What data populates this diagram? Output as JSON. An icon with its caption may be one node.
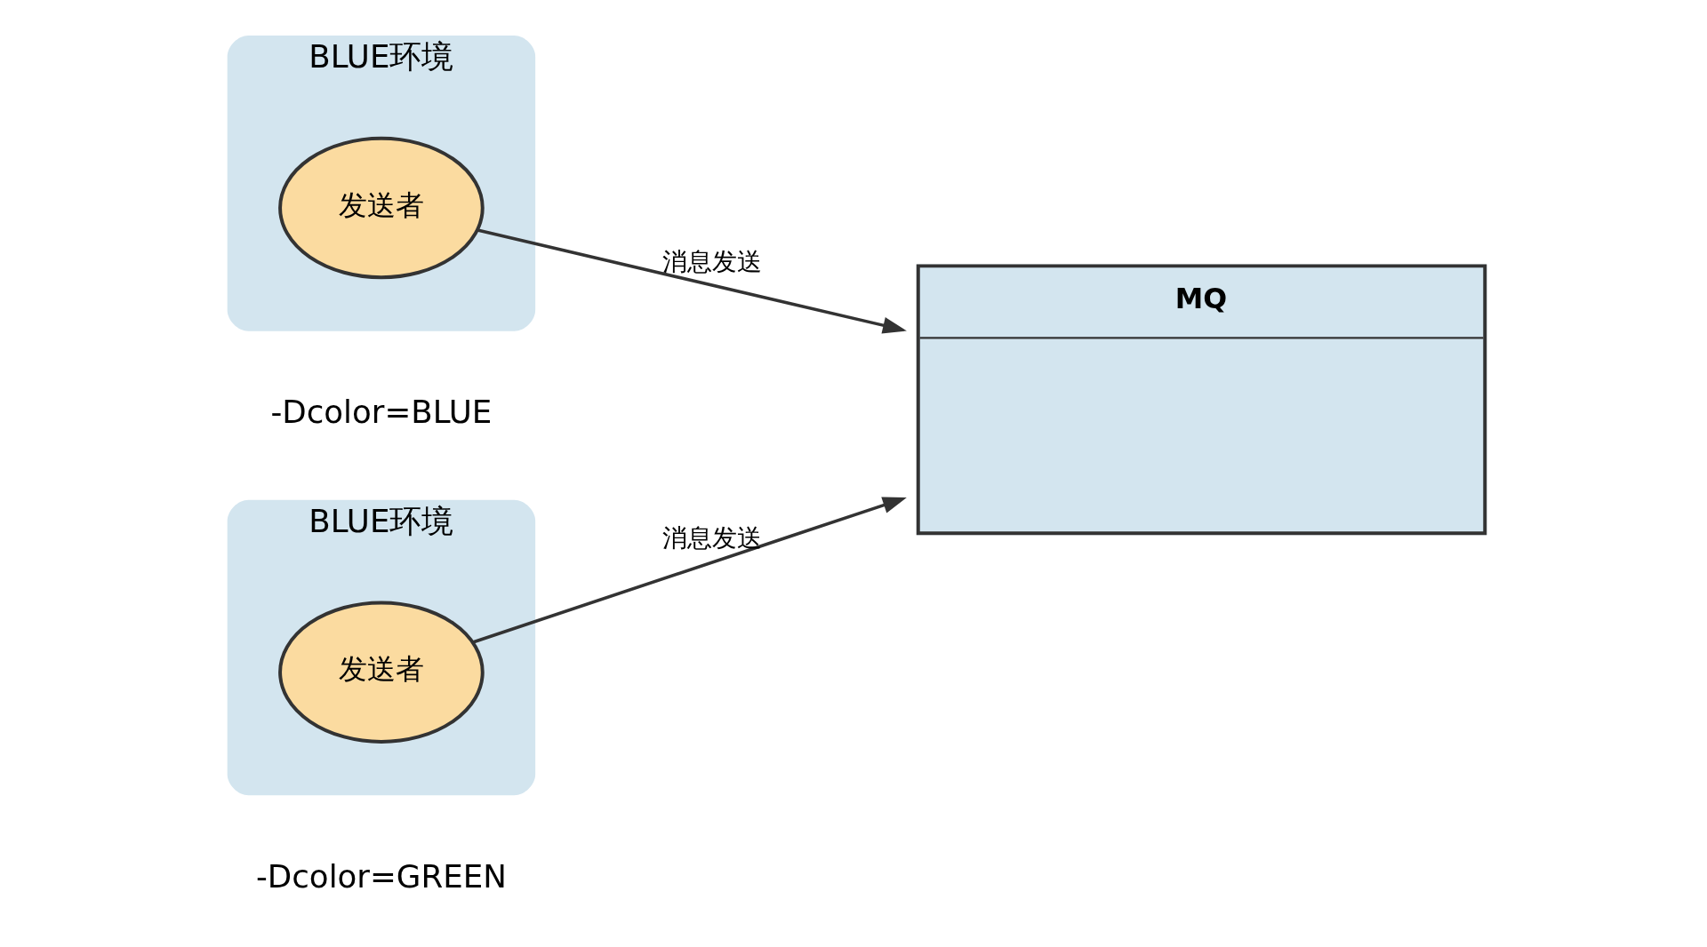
{
  "diagram": {
    "nodes": [
      {
        "text": [
          "BLUE环境"
        ],
        "beside": [
          "-Dcolor=BLUE"
        ]
      },
      {
        "text": [
          "发送者"
        ],
        "in": 0
      },
      {
        "text": [
          "BLUE环境"
        ],
        "beside": [
          "-Dcolor=GREEN"
        ]
      },
      {
        "text": [
          "发送者"
        ],
        "in": 2
      },
      {
        "text": [
          "MQ"
        ]
      }
    ],
    "edges": [
      {
        "from": 1,
        "to": 4,
        "arrow": "to",
        "label": "消息发送"
      },
      {
        "from": 3,
        "to": 4,
        "arrow": "to",
        "label": "消息发送"
      }
    ]
  }
}
